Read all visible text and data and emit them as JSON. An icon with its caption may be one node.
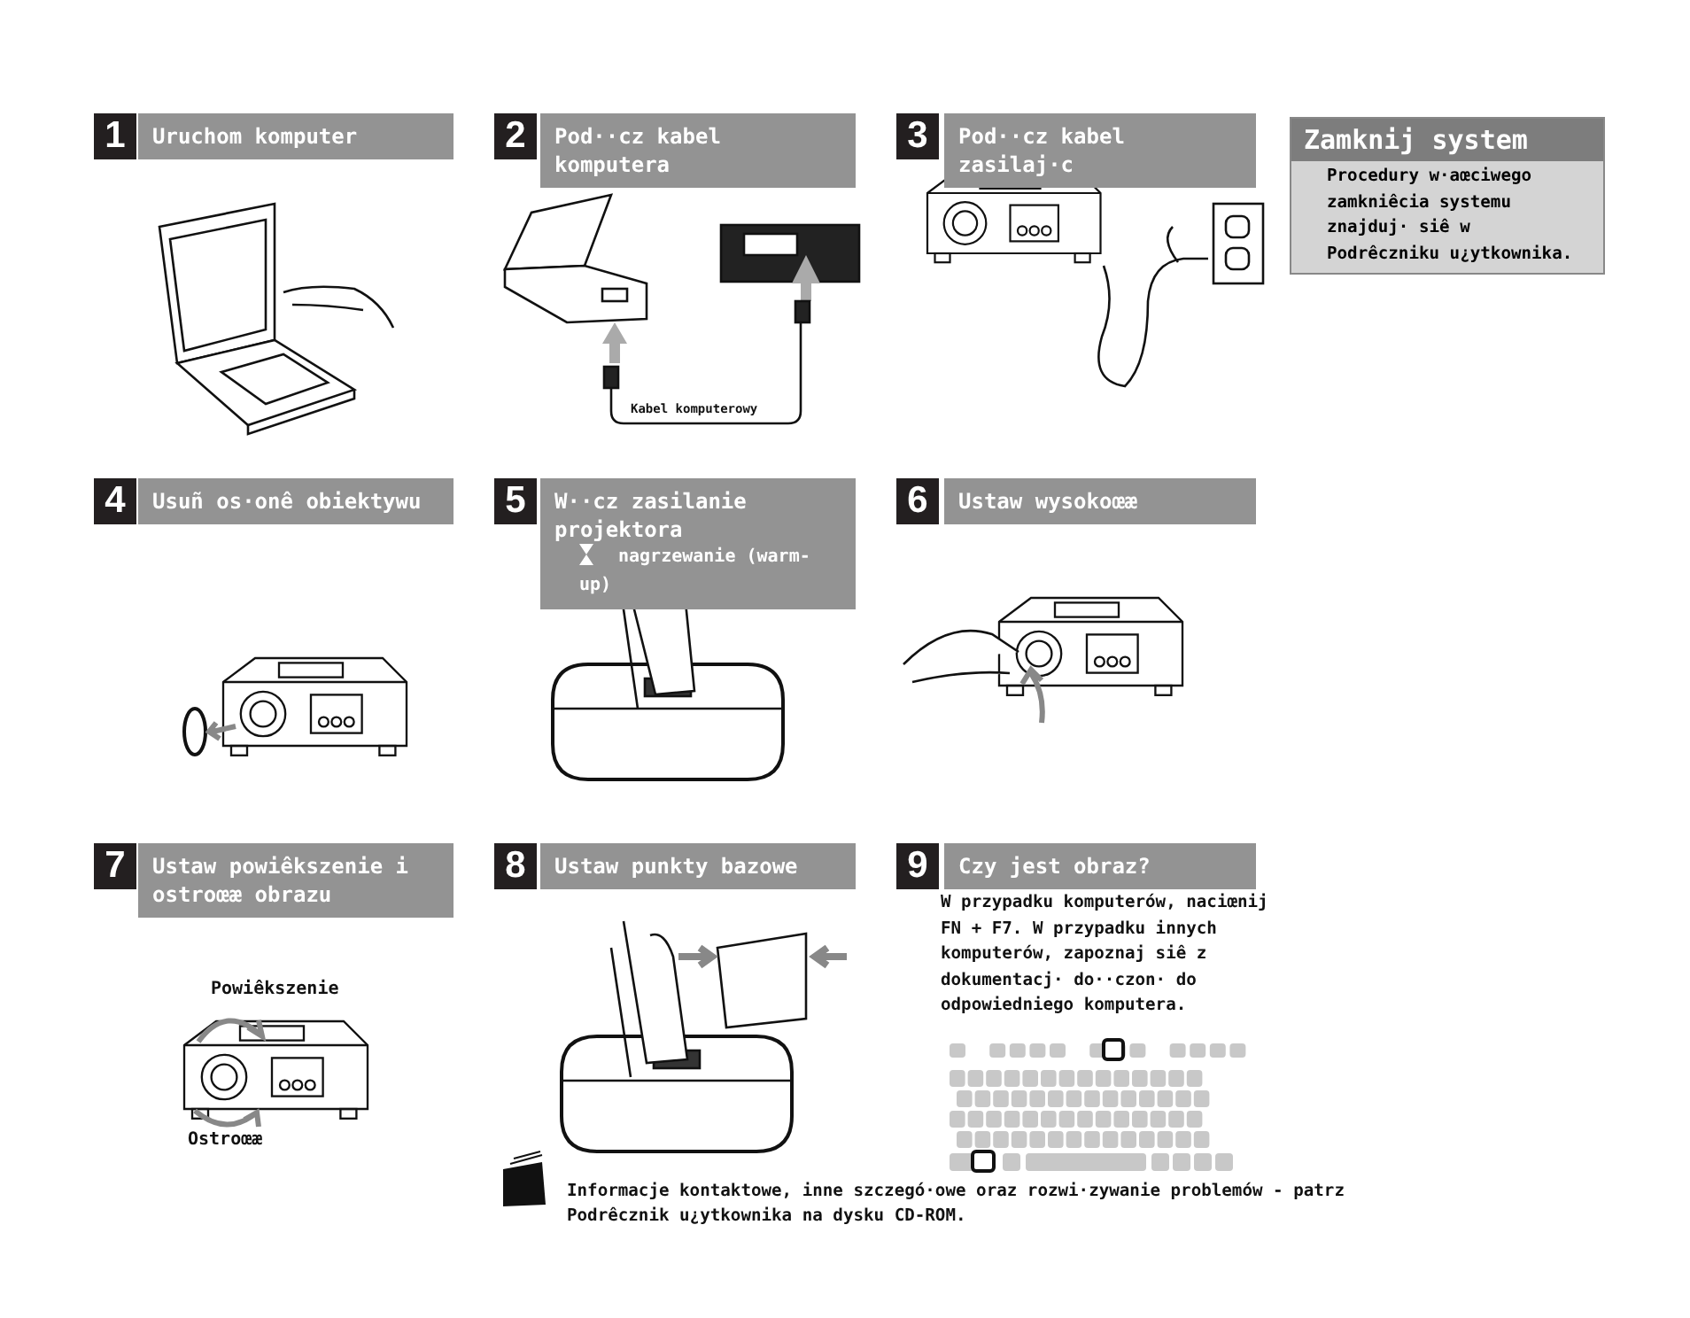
{
  "diagram": {
    "nodes": [
      {
        "text": [
          "Uruchom komputer"
        ],
        "beside": [
          "1"
        ]
      },
      {
        "text": [
          "Pod··cz kabel komputera"
        ],
        "beside": [
          "2"
        ]
      },
      {
        "text": [
          "Pod··cz kabel zasilaj·c"
        ],
        "beside": [
          "3"
        ]
      },
      {
        "text": [
          "Zamknij system",
          "Procedury w·aœciwego zamkniêcia systemu znajduj· siê w Podrêczniku u¿ytkownika."
        ]
      },
      {
        "text": [
          "Usuñ os·onê obiektywu"
        ],
        "beside": [
          "4"
        ]
      },
      {
        "text": [
          "W··cz zasilanie projektora",
          "nagrzewanie (warm-up)"
        ],
        "beside": [
          "5"
        ]
      },
      {
        "text": [
          "Ustaw wysokoœæ"
        ],
        "beside": [
          "6"
        ]
      },
      {
        "text": [
          "Ustaw powiêkszenie i ostroœæ obrazu"
        ],
        "beside": [
          "7"
        ]
      },
      {
        "text": [
          "Ustaw punkty bazowe"
        ],
        "beside": [
          "8"
        ]
      },
      {
        "text": [
          "Czy jest obraz?"
        ],
        "beside": [
          "9",
          "W przypadku komputerów, naciœnij FN + F7. W przypadku innych komputerów, zapoznaj siê z dokumentacj· do··czon· do odpowiedniego komputera."
        ]
      }
    ],
    "labels": [
      "Kabel komputerowy",
      "Powiêkszenie",
      "Ostroœæ",
      "Informacje kontaktowe, inne szczegó·owe oraz rozwi·zywanie problemów - patrz Podrêcznik u¿ytkownika na dysku CD-ROM."
    ]
  }
}
